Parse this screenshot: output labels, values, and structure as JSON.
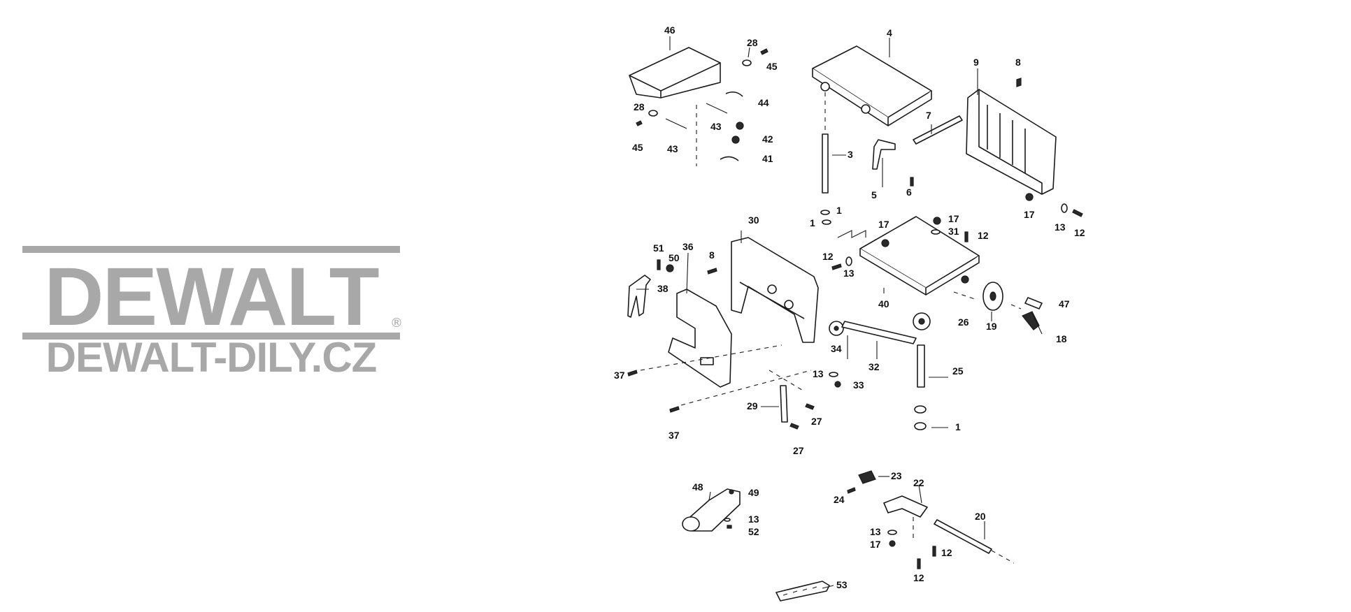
{
  "brand": {
    "logo_text": "DEWALT",
    "registered_mark": "®",
    "website": "DEWALT-DILY.CZ"
  },
  "callouts": [
    "46",
    "28",
    "45",
    "28",
    "45",
    "43",
    "43",
    "44",
    "42",
    "41",
    "4",
    "3",
    "5",
    "6",
    "7",
    "9",
    "8",
    "17",
    "13",
    "12",
    "1",
    "1",
    "17",
    "17",
    "31",
    "12",
    "12",
    "13",
    "40",
    "30",
    "51",
    "50",
    "36",
    "8",
    "38",
    "37",
    "37",
    "34",
    "13",
    "33",
    "32",
    "26",
    "25",
    "1",
    "19",
    "47",
    "18",
    "29",
    "27",
    "27",
    "48",
    "49",
    "13",
    "52",
    "23",
    "24",
    "22",
    "13",
    "17",
    "20",
    "12",
    "12",
    "53"
  ],
  "colors": {
    "logo_gray": "#a8a8a8",
    "ink": "#1a1a1a"
  }
}
